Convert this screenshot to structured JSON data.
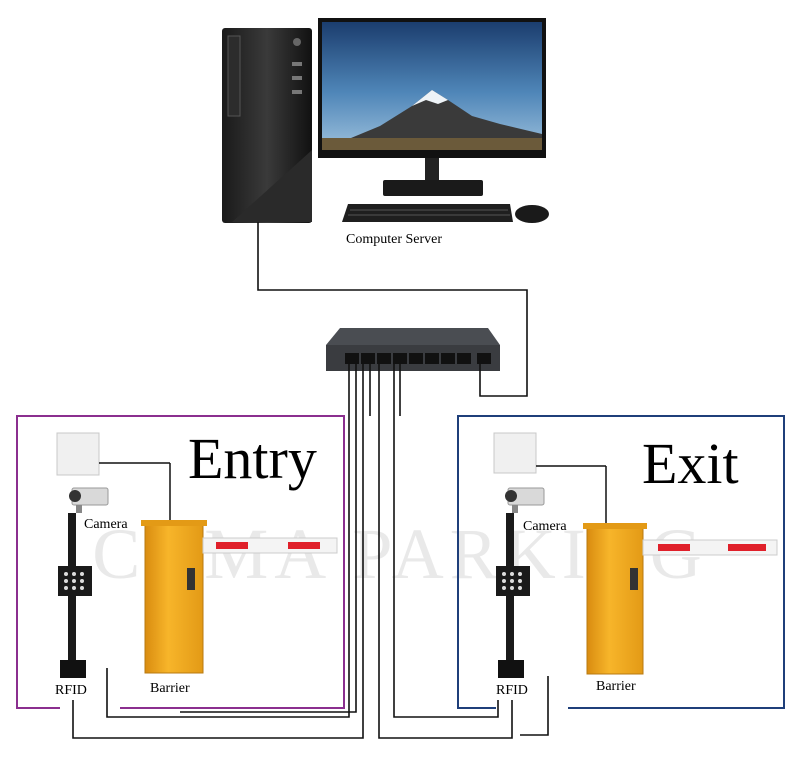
{
  "watermark": "COMA PARKING",
  "server": {
    "label": "Computer Server"
  },
  "entry": {
    "title": "Entry",
    "camera_label": "Camera",
    "barrier_label": "Barrier",
    "rfid_label": "RFID",
    "frame_color": "#8b2f8f"
  },
  "exit": {
    "title": "Exit",
    "camera_label": "Camera",
    "barrier_label": "Barrier",
    "rfid_label": "RFID",
    "frame_color": "#1f3f7a"
  },
  "colors": {
    "barrier_body": "#f2a81d",
    "boom_stripe": "#e0202a",
    "cable": "#111111"
  }
}
